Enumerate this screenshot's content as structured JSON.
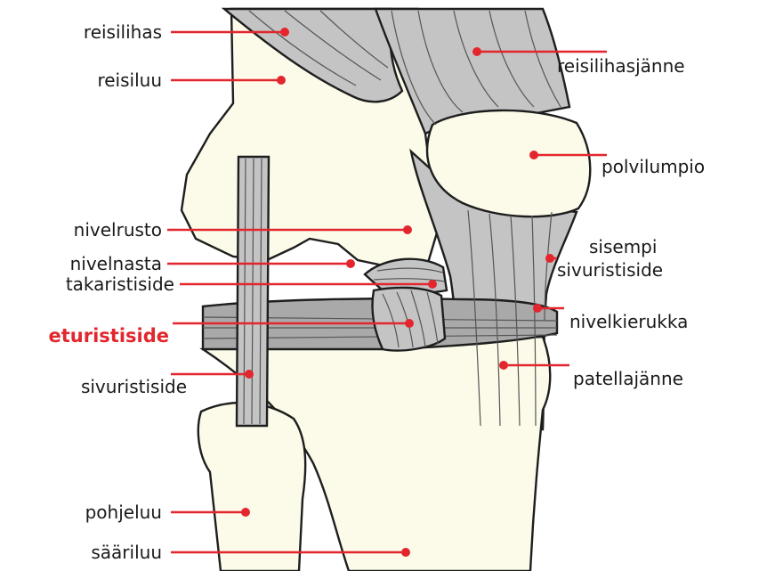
{
  "labels": {
    "reisilihas": "reisilihas",
    "reisiluu": "reisiluu",
    "reisilihasjanne": "reisilihasjänne",
    "polvilumpio": "polvilumpio",
    "nivelrusto": "nivelrusto",
    "nivelnasta": "nivelnasta",
    "takaristiside": "takaristiside",
    "sisempi_line1": "sisempi",
    "sisempi_line2": "sivuristiside",
    "eturistiside": "eturistiside",
    "nivelkierukka": "nivelkierukka",
    "sivuristiside": "sivuristiside",
    "patellajanne": "patellajänne",
    "pohjeluu": "pohjeluu",
    "saariluu": "sääriluu"
  },
  "colors": {
    "bone": "#fcfbe9",
    "tissue": "#c4c4c4",
    "tissue_dark": "#a9a9a9",
    "outline": "#1e1e1e",
    "accent": "#e3262e"
  }
}
